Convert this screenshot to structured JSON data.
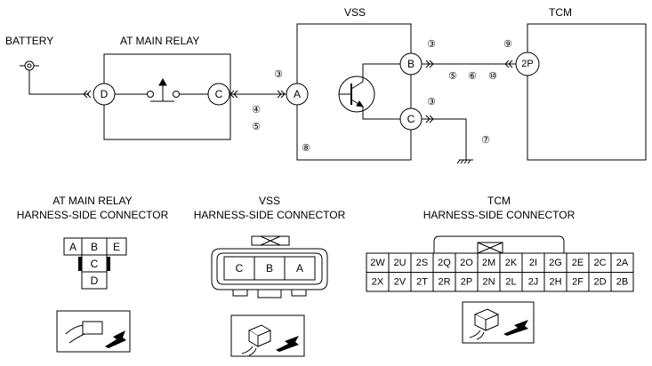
{
  "labels": {
    "battery": "BATTERY",
    "relay": "AT MAIN RELAY",
    "vss": "VSS",
    "tcm": "TCM"
  },
  "pins": {
    "relay_d": "D",
    "relay_c": "C",
    "vss_a": "A",
    "vss_b": "B",
    "vss_c": "C",
    "tcm_2p": "2P"
  },
  "circled_numbers": {
    "n3_a": "③",
    "n4": "④",
    "n5_a": "⑤",
    "n8": "⑧",
    "n3_b": "③",
    "n5_b": "⑤",
    "n6": "⑥",
    "n10": "⑩",
    "n3_c": "③",
    "n7": "⑦",
    "n9": "⑨"
  },
  "connector_titles": {
    "relay_line1": "AT MAIN RELAY",
    "relay_line2": "HARNESS-SIDE CONNECTOR",
    "vss_line1": "VSS",
    "vss_line2": "HARNESS-SIDE CONNECTOR",
    "tcm_line1": "TCM",
    "tcm_line2": "HARNESS-SIDE CONNECTOR"
  },
  "relay_connector": {
    "top": [
      "A",
      "B",
      "E"
    ],
    "middle": "C",
    "bottom": "D"
  },
  "vss_connector": [
    "C",
    "B",
    "A"
  ],
  "tcm_connector": {
    "row1": [
      "2W",
      "2U",
      "2S",
      "2Q",
      "2O",
      "2M",
      "2K",
      "2I",
      "2G",
      "2E",
      "2C",
      "2A"
    ],
    "row2": [
      "2X",
      "2V",
      "2T",
      "2R",
      "2P",
      "2N",
      "2L",
      "2J",
      "2H",
      "2F",
      "2D",
      "2B"
    ]
  }
}
